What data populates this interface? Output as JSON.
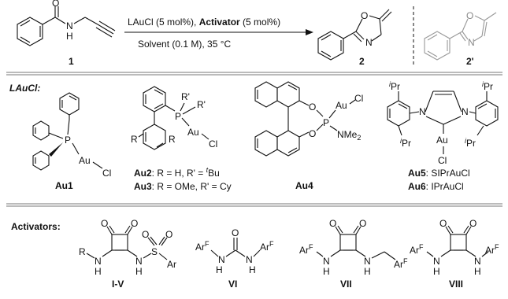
{
  "reaction": {
    "conditions_line1_a": "LAuCl (5 mol%), ",
    "conditions_line1_b": "Activator",
    "conditions_line1_c": " (5 mol%)",
    "conditions_line2": "Solvent (0.1 M), 35 °C",
    "substrate_label": "1",
    "product_label": "2",
    "side_product_label": "2'"
  },
  "catalysts": {
    "section_title": "LAuCl:",
    "au1": "Au1",
    "au2_name": "Au2",
    "au2_desc_a": ": R = H, R' = ",
    "au2_desc_sup": "t",
    "au2_desc_b": "Bu",
    "au3_name": "Au3",
    "au3_desc": ": R = OMe, R' = Cy",
    "au4": "Au4",
    "au5_name": "Au5",
    "au5_desc": ": SIPrAuCl",
    "au6_name": "Au6",
    "au6_desc": ": IPrAuCl"
  },
  "activators": {
    "section_title": "Activators:",
    "a1": "I-V",
    "a2": "VI",
    "a3": "VII",
    "a4": "VIII"
  },
  "atoms": {
    "O": "O",
    "N": "N",
    "H": "H",
    "P": "P",
    "Au": "Au",
    "Cl": "Cl",
    "R": "R",
    "R_prime": "R'",
    "S": "S",
    "Ar": "Ar",
    "Ar_base": "Ar",
    "F": "F",
    "NMe": "NMe",
    "two": "2",
    "i": "i",
    "Pr": "Pr"
  }
}
